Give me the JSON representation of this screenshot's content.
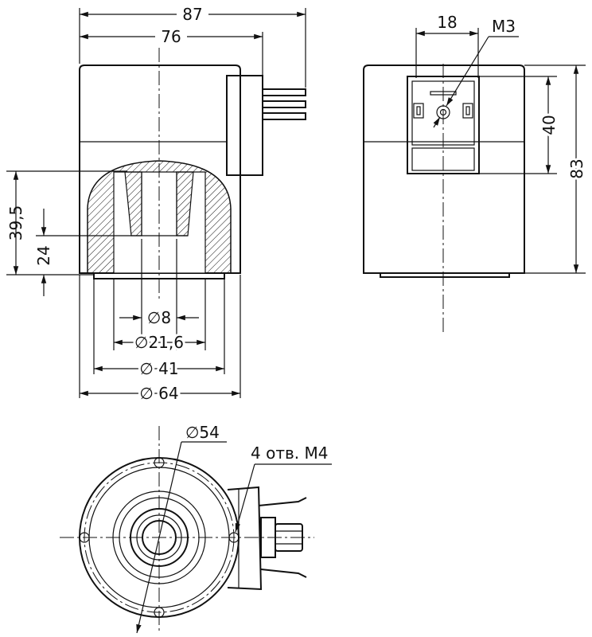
{
  "dimensions": {
    "overall_length": "87",
    "body_length": "76",
    "bore_diameter": "∅8",
    "sleeve_diameter": "∅21,6",
    "base_diameter": "∅ 41",
    "body_diameter": "∅ 64",
    "mount_height": "39,5",
    "bore_depth": "24",
    "connector_width": "18",
    "screw_thread": "M3",
    "connector_height": "40",
    "overall_height": "83",
    "bolt_circle": "∅54",
    "mount_holes": "4 отв. M4"
  }
}
